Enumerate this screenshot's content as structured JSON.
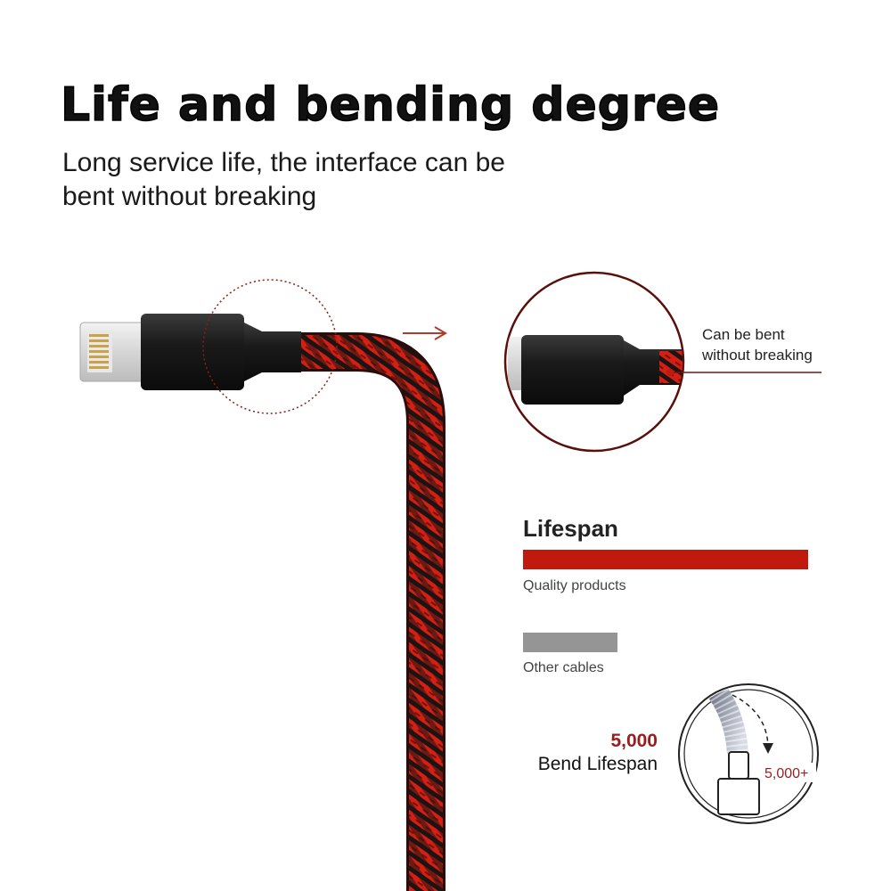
{
  "headline": "Life and bending degree",
  "subline": [
    "Long service life, the interface can be",
    "bent without breaking"
  ],
  "callout": [
    "Can be bent",
    "without breaking"
  ],
  "lifespan": {
    "title": "Lifespan",
    "quality": {
      "label": "Quality products",
      "value": 1.0,
      "color": "#c0190d"
    },
    "other": {
      "label": "Other cables",
      "value": 0.33,
      "color": "#959595"
    }
  },
  "bend": {
    "count": "5,000",
    "label": "Bend Lifespan",
    "badge": "5,000+"
  },
  "icons": [
    "lightning-connector-icon",
    "arrow-right-icon",
    "bend-cycle-icon"
  ]
}
